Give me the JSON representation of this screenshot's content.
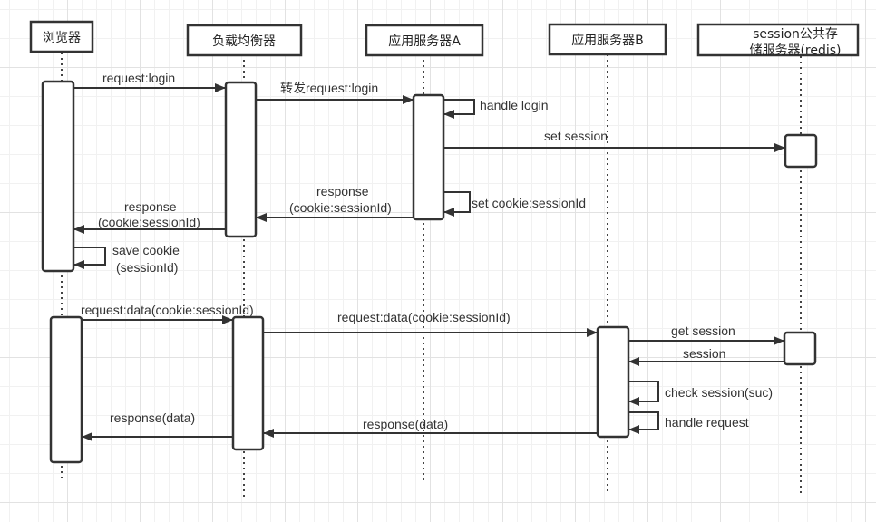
{
  "diagram": {
    "type": "sequence",
    "participants": [
      {
        "id": "browser",
        "label_lines": [
          "浏览器"
        ]
      },
      {
        "id": "lb",
        "label_lines": [
          "负载均衡器"
        ]
      },
      {
        "id": "serverA",
        "label_lines": [
          "应用服务器A"
        ]
      },
      {
        "id": "serverB",
        "label_lines": [
          "应用服务器B"
        ]
      },
      {
        "id": "redis",
        "label_lines": [
          "session公共存",
          "储服务器(redis)"
        ]
      }
    ],
    "messages": [
      {
        "from": "browser",
        "to": "lb",
        "label_lines": [
          "request:login"
        ],
        "kind": "call"
      },
      {
        "from": "lb",
        "to": "serverA",
        "label_lines": [
          "转发request:login"
        ],
        "kind": "call"
      },
      {
        "from": "serverA",
        "to": "serverA",
        "label_lines": [
          "handle login"
        ],
        "kind": "self"
      },
      {
        "from": "serverA",
        "to": "redis",
        "label_lines": [
          "set session"
        ],
        "kind": "call"
      },
      {
        "from": "serverA",
        "to": "serverA",
        "label_lines": [
          "set cookie:sessionId"
        ],
        "kind": "self"
      },
      {
        "from": "serverA",
        "to": "lb",
        "label_lines": [
          "response",
          "(cookie:sessionId)"
        ],
        "kind": "return"
      },
      {
        "from": "lb",
        "to": "browser",
        "label_lines": [
          "response",
          "(cookie:sessionId)"
        ],
        "kind": "return"
      },
      {
        "from": "browser",
        "to": "browser",
        "label_lines": [
          "save cookie",
          "(sessionId)"
        ],
        "kind": "self"
      },
      {
        "from": "browser",
        "to": "lb",
        "label_lines": [
          "request:data(cookie:sessionId)"
        ],
        "kind": "call"
      },
      {
        "from": "lb",
        "to": "serverB",
        "label_lines": [
          "request:data(cookie:sessionId)"
        ],
        "kind": "call"
      },
      {
        "from": "serverB",
        "to": "redis",
        "label_lines": [
          "get session"
        ],
        "kind": "call"
      },
      {
        "from": "redis",
        "to": "serverB",
        "label_lines": [
          "session"
        ],
        "kind": "return"
      },
      {
        "from": "serverB",
        "to": "serverB",
        "label_lines": [
          "check session(suc)"
        ],
        "kind": "self"
      },
      {
        "from": "serverB",
        "to": "serverB",
        "label_lines": [
          "handle request"
        ],
        "kind": "self"
      },
      {
        "from": "serverB",
        "to": "lb",
        "label_lines": [
          "response(data)"
        ],
        "kind": "return"
      },
      {
        "from": "lb",
        "to": "browser",
        "label_lines": [
          "response(data)"
        ],
        "kind": "return"
      }
    ]
  }
}
